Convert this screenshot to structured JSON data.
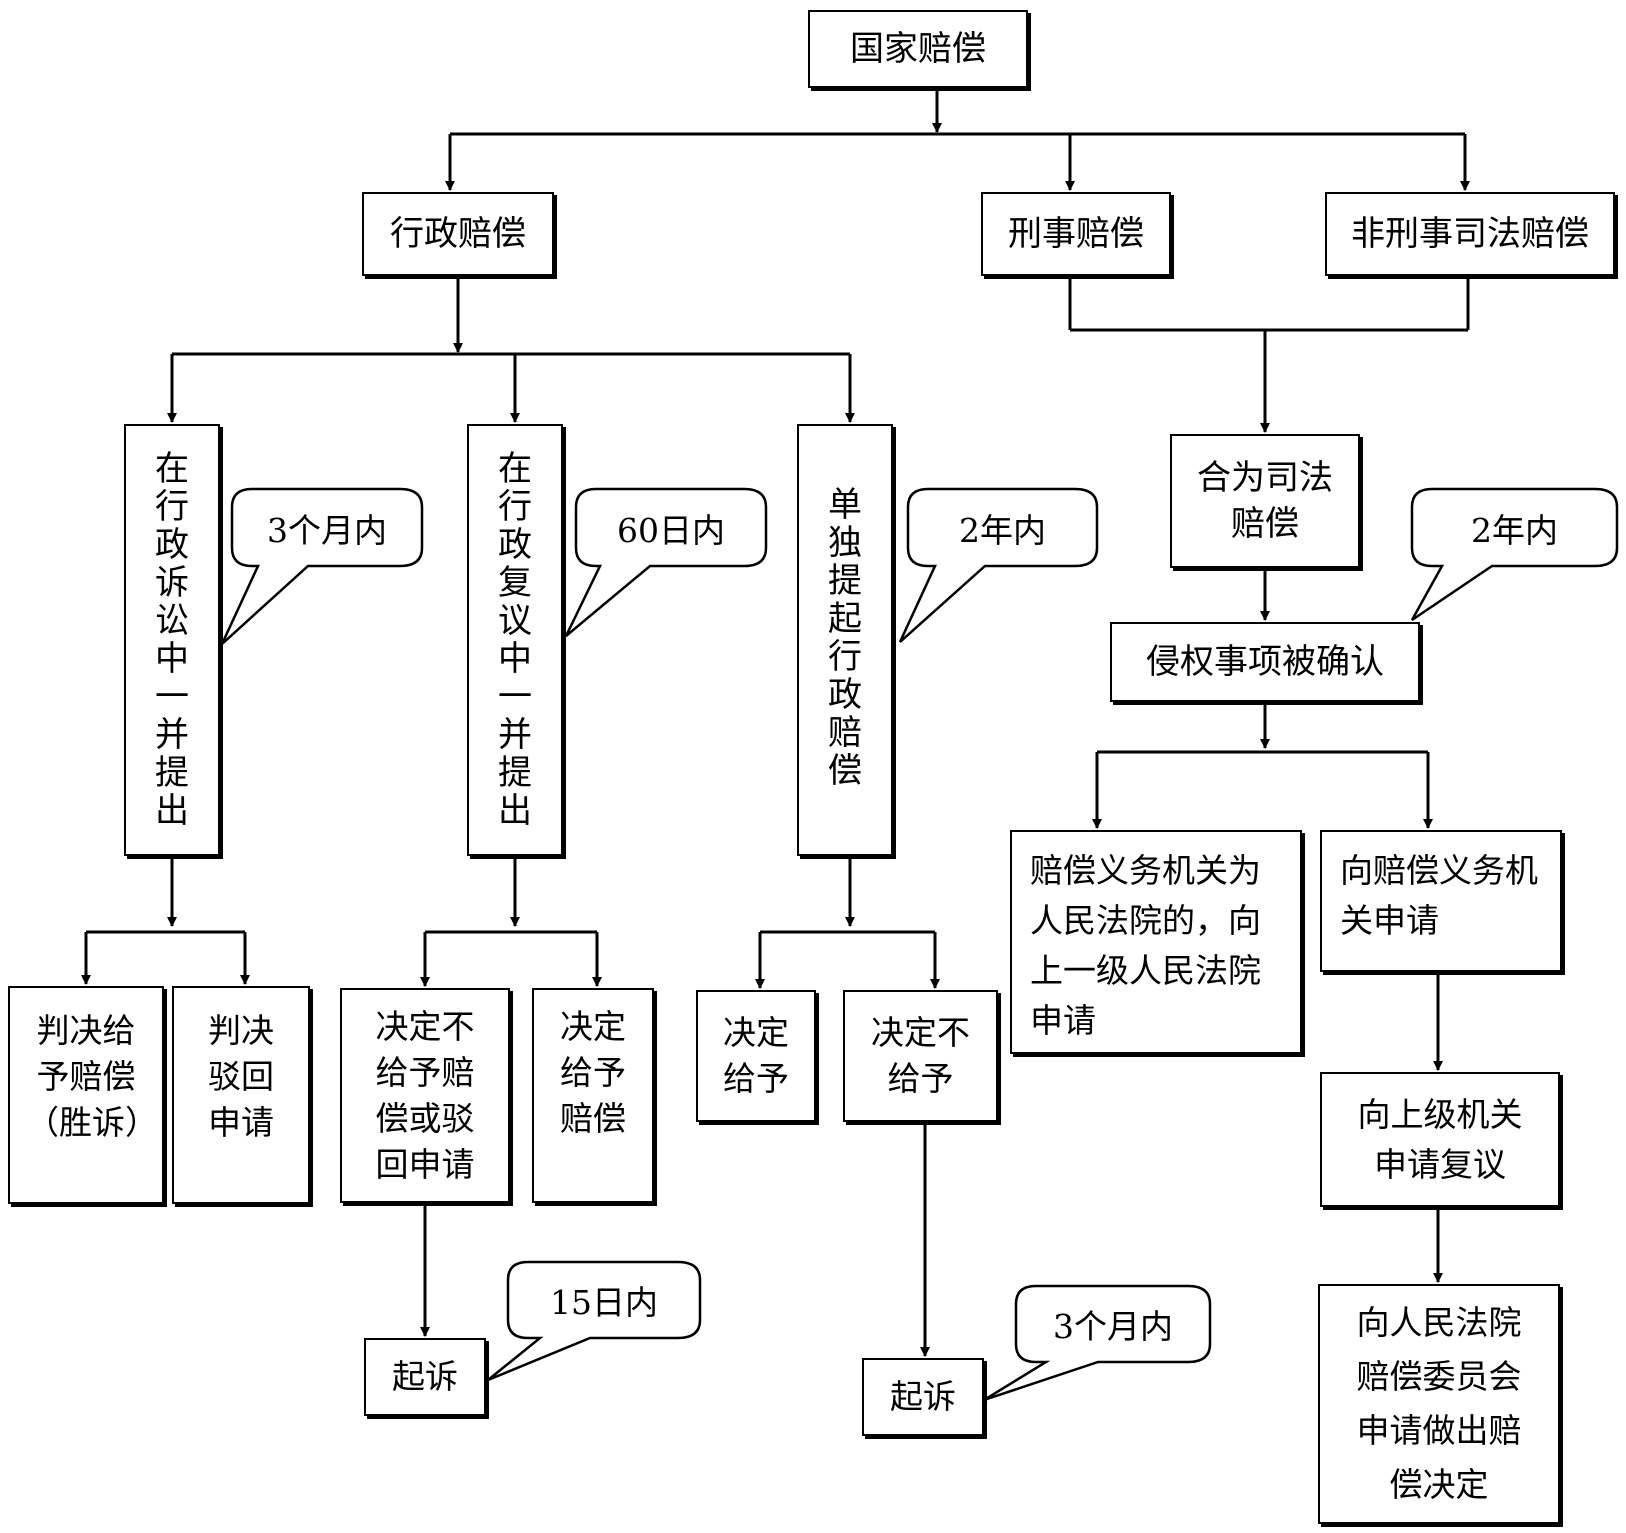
{
  "nodes": {
    "root": "国家赔偿",
    "admin": "行政赔偿",
    "criminal": "刑事赔偿",
    "noncriminal": "非刑事司法赔偿",
    "litigation": "在行政诉讼中一并提出",
    "reconsider": "在行政复议中一并提出",
    "separate": "单独提起行政赔偿",
    "judicial": "合为司法赔偿",
    "confirmed": "侵权事项被确认",
    "court_obligor": "赔偿义务机关为人民法院的，向上一级人民法院申请",
    "apply_obligor": "向赔偿义务机关申请",
    "apply_superior": "向上级机关申请复议",
    "apply_committee": "向人民法院赔偿委员会申请做出赔偿决定",
    "judge_grant": "判决给予赔偿（胜诉）",
    "judge_reject": "判决驳回申请",
    "decide_no_or_reject": "决定不给予赔偿或驳回申请",
    "decide_grant_comp": "决定给予赔偿",
    "decide_grant": "决定给予",
    "decide_not_grant": "决定不给予",
    "sue_1": "起诉",
    "sue_2": "起诉"
  },
  "callouts": {
    "litigation_limit": "3个月内",
    "reconsider_limit": "60日内",
    "separate_limit": "2年内",
    "judicial_limit": "2年内",
    "sue1_limit": "15日内",
    "sue2_limit": "3个月内"
  }
}
